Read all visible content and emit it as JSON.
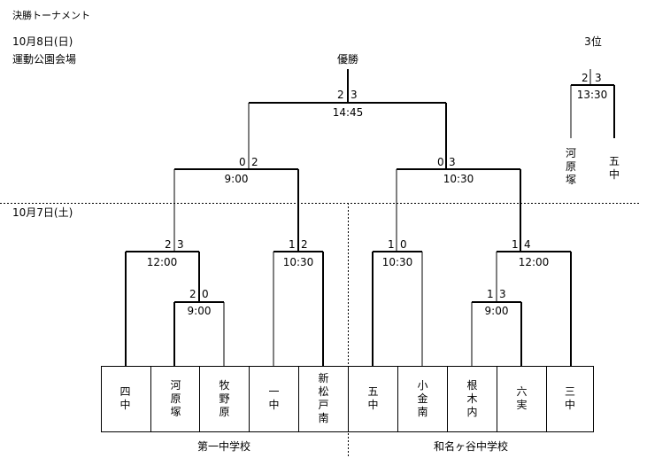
{
  "header": {
    "title": "決勝トーナメント",
    "day2_date": "10月8日(日)",
    "venue": "運動公園会場",
    "day1_date": "10月7日(土)"
  },
  "final": {
    "label": "優勝",
    "score_left": "2",
    "score_right": "3",
    "time": "14:45"
  },
  "semifinals": [
    {
      "score_left": "0",
      "score_right": "2",
      "time": "9:00"
    },
    {
      "score_left": "0",
      "score_right": "3",
      "time": "10:30"
    }
  ],
  "third_place": {
    "label": "3位",
    "score_left": "2",
    "score_right": "3",
    "time": "13:30",
    "team_left": "河原塚",
    "team_right": "五中"
  },
  "quarterfinals": [
    {
      "score_left": "2",
      "score_right": "3",
      "time": "12:00"
    },
    {
      "score_left": "1",
      "score_right": "2",
      "time": "10:30"
    },
    {
      "score_left": "1",
      "score_right": "0",
      "time": "10:30"
    },
    {
      "score_left": "1",
      "score_right": "4",
      "time": "12:00"
    }
  ],
  "first_round": [
    {
      "score_left": "2",
      "score_right": "0",
      "time": "9:00"
    },
    {
      "score_left": "1",
      "score_right": "3",
      "time": "9:00"
    }
  ],
  "teams": [
    "四中",
    "河原塚",
    "牧野原",
    "一中",
    "新松戸南",
    "五中",
    "小金南",
    "根木内",
    "六実",
    "三中"
  ],
  "venues": {
    "left": "第一中学校",
    "right": "和名ヶ谷中学校"
  }
}
